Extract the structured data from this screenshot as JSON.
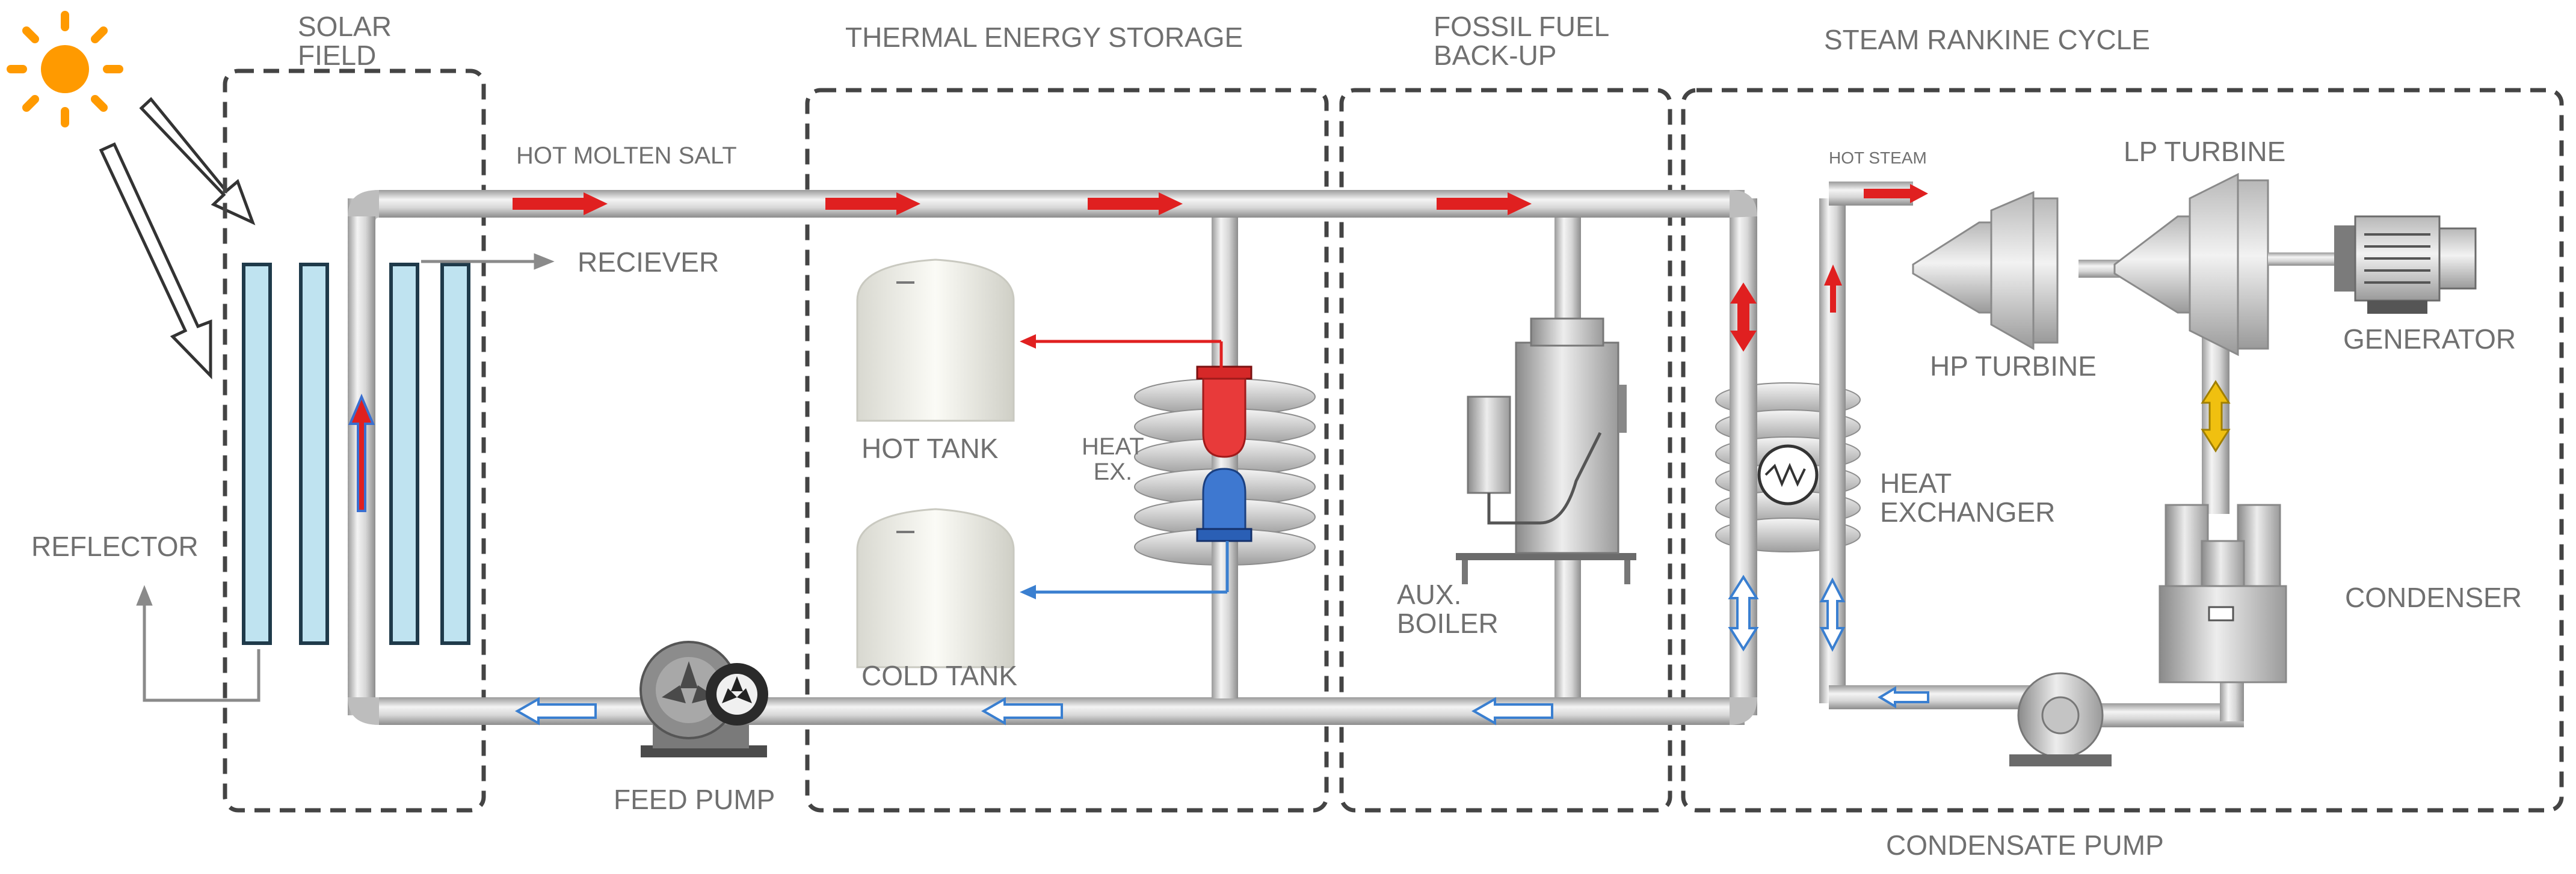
{
  "labels": {
    "solar_field": "SOLAR\nFIELD",
    "thermal_energy_storage": "THERMAL ENERGY STORAGE",
    "fossil_fuel_backup": "FOSSIL FUEL\nBACK-UP",
    "steam_rankine_cycle": "STEAM RANKINE CYCLE",
    "hot_molten_salt": "HOT MOLTEN SALT",
    "reciever": "RECIEVER",
    "reflector": "REFLECTOR",
    "hot_tank": "HOT TANK",
    "cold_tank": "COLD TANK",
    "heat_ex": "HEAT\nEX.",
    "aux_boiler": "AUX.\nBOILER",
    "feed_pump": "FEED PUMP",
    "hot_steam": "HOT STEAM",
    "lp_turbine": "LP TURBINE",
    "hp_turbine": "HP TURBINE",
    "generator": "GENERATOR",
    "heat_exchanger": "HEAT\nEXCHANGER",
    "condenser": "CONDENSER",
    "condensate_pump": "CONDENSATE PUMP"
  },
  "colors": {
    "hot_flow": "#e02020",
    "cold_flow": "#3a7fd0",
    "pipe": "#c8c8c8",
    "dashed_box": "#444444",
    "sun": "#ff9a00",
    "receiver_tube": "#bfe3f0",
    "generator_flow": "#f0c010"
  }
}
